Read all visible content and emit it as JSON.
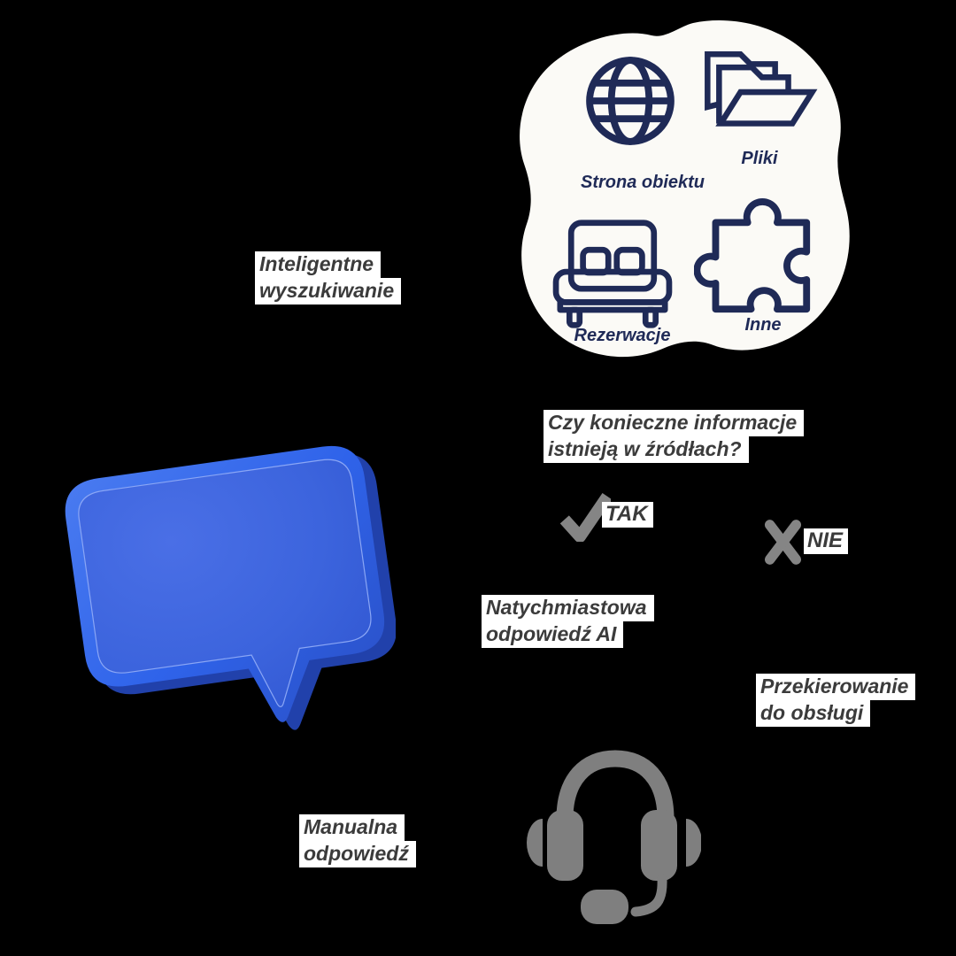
{
  "sources": {
    "items": [
      {
        "icon": "globe-icon",
        "label": "Strona obiektu"
      },
      {
        "icon": "folder-icon",
        "label": "Pliki"
      },
      {
        "icon": "bed-icon",
        "label": "Rezerwacje"
      },
      {
        "icon": "puzzle-icon",
        "label": "Inne"
      }
    ]
  },
  "labels": {
    "smart_search": {
      "lines": [
        "Inteligentne",
        "wyszukiwanie"
      ]
    },
    "question": {
      "lines": [
        "Czy konieczne informacje",
        "istnieją w źródłach?"
      ]
    },
    "branch_yes": "TAK",
    "branch_no": "NIE",
    "ai_answer": {
      "lines": [
        "Natychmiastowa",
        "odpowiedź AI"
      ]
    },
    "redirect": {
      "lines": [
        "Przekierowanie",
        "do obsługi"
      ]
    },
    "manual": {
      "lines": [
        "Manualna",
        "odpowiedź"
      ]
    }
  },
  "colors": {
    "background": "#000000",
    "panel_blob": "#fbfaf6",
    "icon_navy": "#1f2a57",
    "text_dark": "#3b3b3b",
    "text_highlight_bg": "#ffffff",
    "mark_gray": "#858585",
    "headset_gray": "#7f7f7f",
    "bubble_blue": "#3c64dd",
    "bubble_rim_light": "#4a7bf0",
    "bubble_depth_dark": "#2141ab"
  }
}
